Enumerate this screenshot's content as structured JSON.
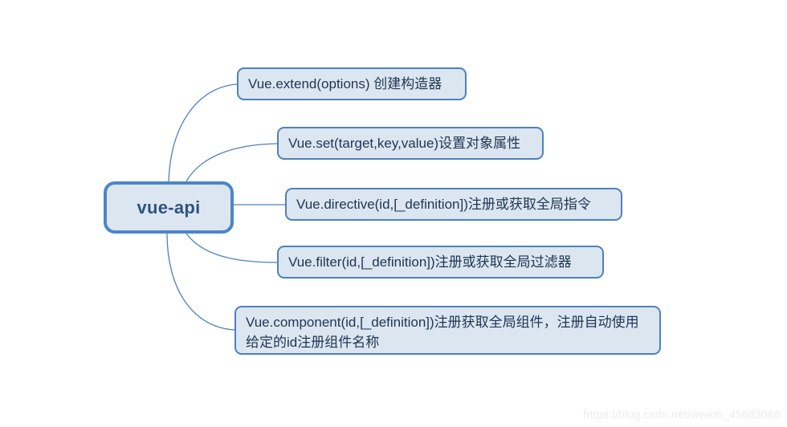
{
  "diagram": {
    "type": "mind-map",
    "title": "vue-api",
    "root": {
      "label": "vue-api"
    },
    "branches": [
      {
        "id": "n1",
        "label": "Vue.extend(options) 创建构造器"
      },
      {
        "id": "n2",
        "label": "Vue.set(target,key,value)设置对象属性"
      },
      {
        "id": "n3",
        "label": "Vue.directive(id,[_definition])注册或获取全局指令"
      },
      {
        "id": "n4",
        "label": "Vue.filter(id,[_definition])注册或获取全局过滤器"
      },
      {
        "id": "n5",
        "label": "Vue.component(id,[_definition])注册获取全局组件，注册自动使用给定的id注册组件名称"
      }
    ]
  },
  "style": {
    "node_fill": "#dce6f1",
    "node_border": "#4f81bd",
    "root_border": "#4a86c8",
    "text_color": "#1f3552",
    "root_text_color": "#2f5380",
    "connector_color": "#4f81bd",
    "background": "#ffffff",
    "watermark_color": "#ececec"
  },
  "watermark": {
    "text": "https://blog.csdn.net/weixin_45683086"
  }
}
